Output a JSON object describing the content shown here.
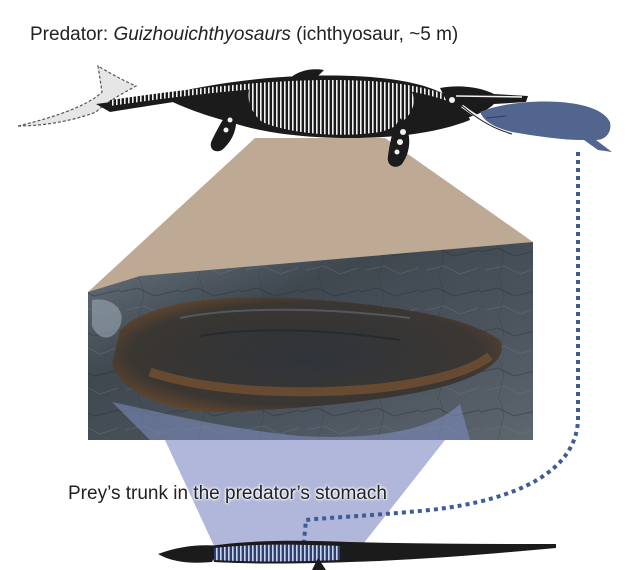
{
  "title": {
    "prefix": "Predator: ",
    "species": "Guizhouichthyosaurs",
    "suffix": " (ichthyosaur, ~5 m)"
  },
  "prey_caption": "Prey’s trunk in the predator’s stomach",
  "colors": {
    "predator_body": "#1b1b1b",
    "predator_bone": "#f2f2f2",
    "tail_outline": "#e6e6e6",
    "prey_blue": "#52658f",
    "zoom_cone_tan": "#bda994",
    "zoom_cone_blue": "#a7afd6",
    "fossil_slab": "#4a5058",
    "fossil_stomach_brown": "#6e4a2c",
    "dotted_line": "#3f5c93"
  },
  "icons": {
    "predator": "ichthyosaur-silhouette",
    "prey": "thalattosaur-silhouette",
    "fossil": "fossil-slab-photo"
  }
}
